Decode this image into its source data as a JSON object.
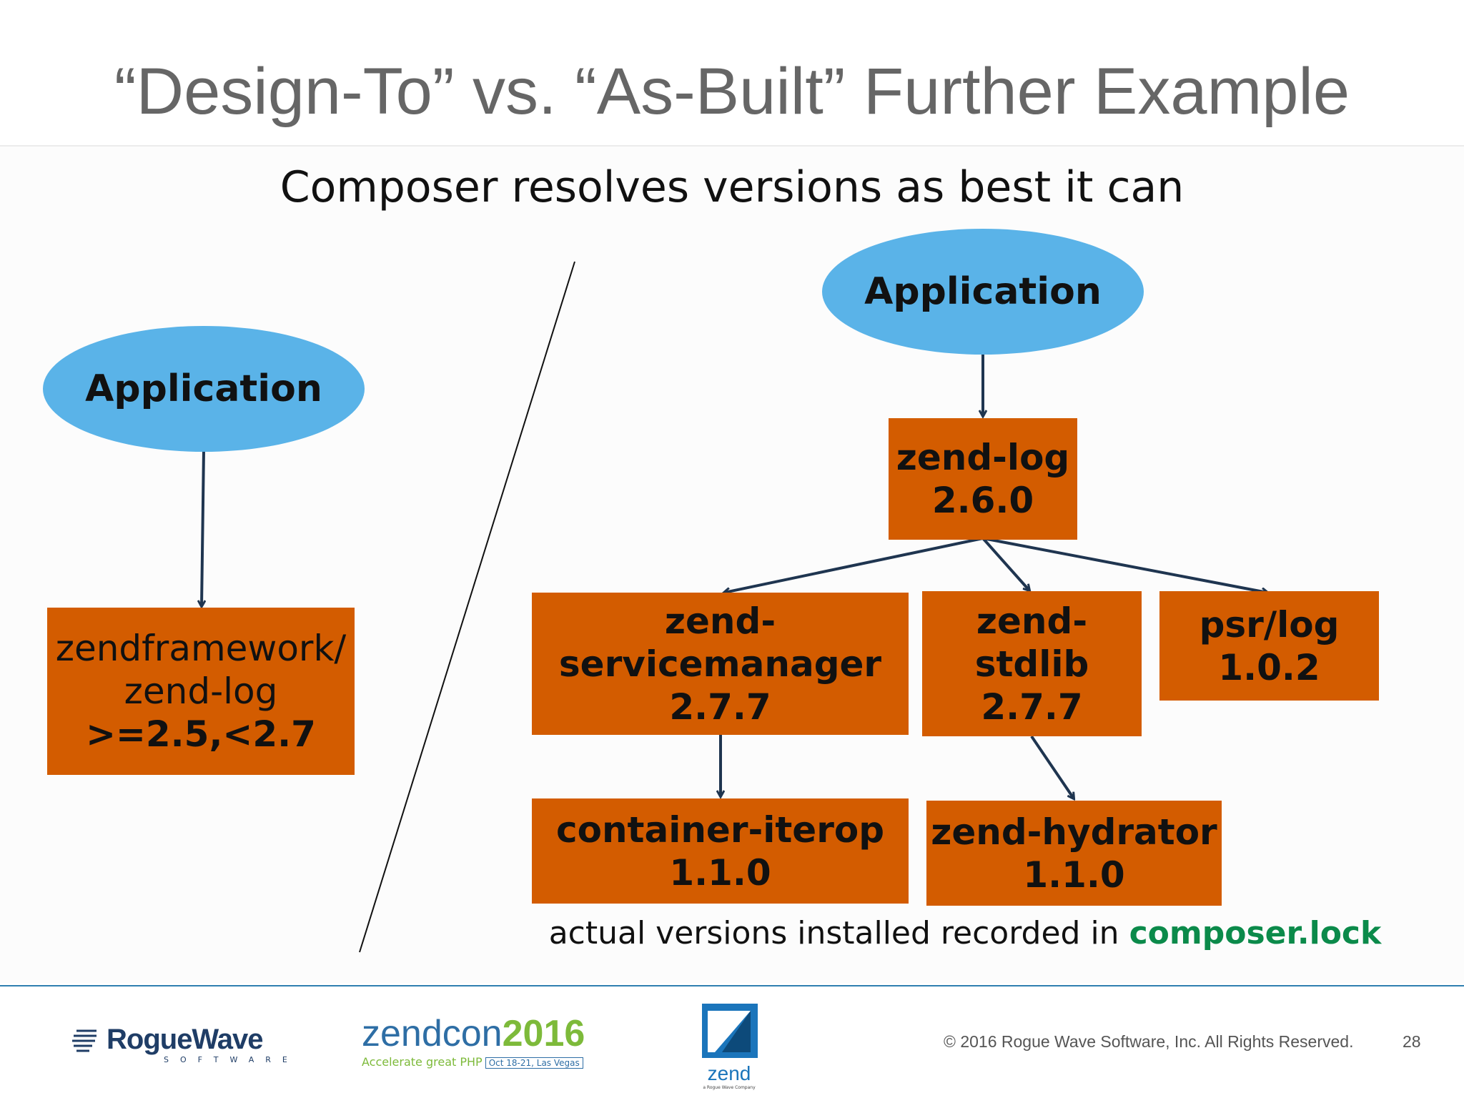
{
  "slide": {
    "title": "“Design-To” vs. “As-Built” Further Example",
    "subtitle": "Composer resolves versions as best it can",
    "page_number": "28"
  },
  "left_diagram": {
    "application": "Application",
    "package_name_line1": "zendframework/",
    "package_name_line2": "zend-log",
    "constraint": ">=2.5,<2.7"
  },
  "right_diagram": {
    "application": "Application",
    "zend_log": {
      "line1": "zend-log",
      "line2": "2.6.0"
    },
    "servicemanager": {
      "line1": "zend-",
      "line2": "servicemanager",
      "line3": "2.7.7"
    },
    "stdlib": {
      "line1": "zend-",
      "line2": "stdlib",
      "line3": "2.7.7"
    },
    "psr_log": {
      "line1": "psr/log",
      "line2": "1.0.2"
    },
    "container_iterop": {
      "line1": "container-iterop",
      "line2": "1.1.0"
    },
    "hydrator": {
      "line1": "zend-hydrator",
      "line2": "1.1.0"
    }
  },
  "note": {
    "text": "actual versions installed recorded in ",
    "highlight": "composer.lock"
  },
  "footer": {
    "roguewave_logo": "RogueWave",
    "roguewave_sub": "SOFTWARE",
    "zendcon_name": "zendcon",
    "zendcon_year": "2016",
    "zendcon_tagline": "Accelerate great PHP",
    "zendcon_dates": "Oct 18-21, Las Vegas",
    "zend_logo": "zend",
    "zend_sub": "a Rogue Wave Company",
    "copyright": "© 2016 Rogue Wave Software, Inc. All Rights Reserved."
  },
  "colors": {
    "ellipse_fill": "#5ab3e8",
    "box_fill": "#d35c00",
    "arrow": "#1f3550",
    "highlight_green": "#0b8a4a"
  }
}
